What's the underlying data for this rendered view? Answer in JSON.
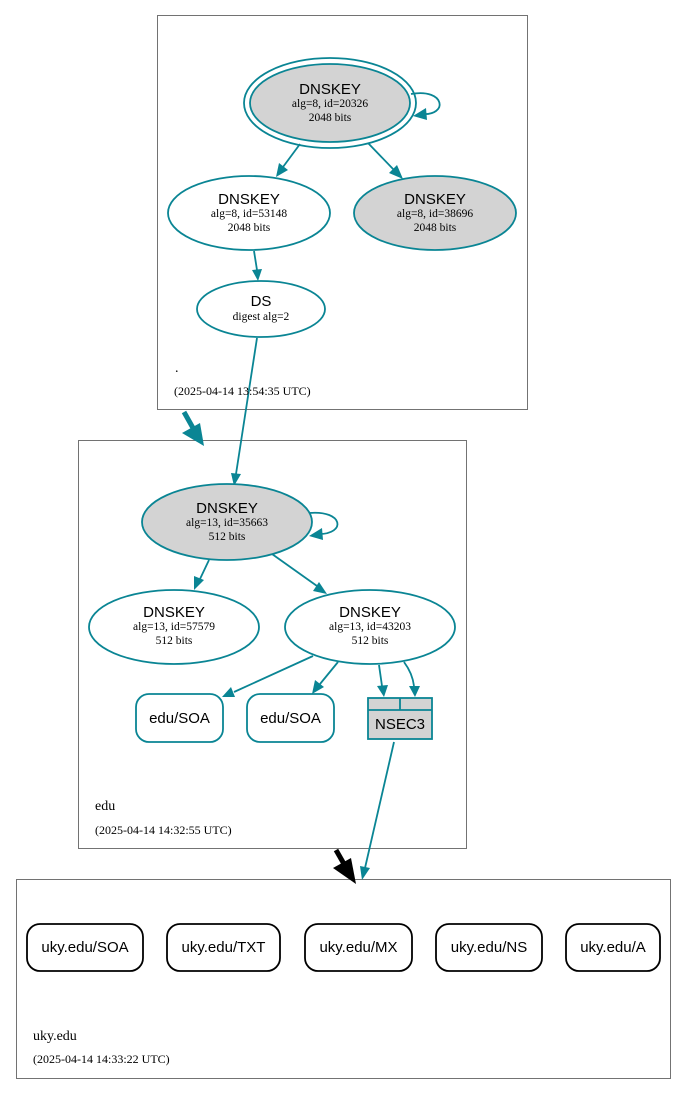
{
  "zones": {
    "root": {
      "name": ".",
      "timestamp": "(2025-04-14 13:54:35 UTC)"
    },
    "edu": {
      "name": "edu",
      "timestamp": "(2025-04-14 14:32:55 UTC)"
    },
    "uky": {
      "name": "uky.edu",
      "timestamp": "(2025-04-14 14:33:22 UTC)"
    }
  },
  "nodes": {
    "root_ksk": {
      "title": "DNSKEY",
      "line1": "alg=8, id=20326",
      "line2": "2048 bits"
    },
    "root_zsk1": {
      "title": "DNSKEY",
      "line1": "alg=8, id=53148",
      "line2": "2048 bits"
    },
    "root_zsk2": {
      "title": "DNSKEY",
      "line1": "alg=8, id=38696",
      "line2": "2048 bits"
    },
    "root_ds": {
      "title": "DS",
      "line1": "digest alg=2"
    },
    "edu_ksk": {
      "title": "DNSKEY",
      "line1": "alg=13, id=35663",
      "line2": "512 bits"
    },
    "edu_zsk1": {
      "title": "DNSKEY",
      "line1": "alg=13, id=57579",
      "line2": "512 bits"
    },
    "edu_zsk2": {
      "title": "DNSKEY",
      "line1": "alg=13, id=43203",
      "line2": "512 bits"
    },
    "edu_soa1": {
      "label": "edu/SOA"
    },
    "edu_soa2": {
      "label": "edu/SOA"
    },
    "edu_nsec3": {
      "label": "NSEC3"
    }
  },
  "records": [
    "uky.edu/SOA",
    "uky.edu/TXT",
    "uky.edu/MX",
    "uky.edu/NS",
    "uky.edu/A"
  ],
  "colors": {
    "edge": "#0a8594",
    "secure_entry_fill": "#d3d3d3",
    "delegation_arrow": "#000000"
  }
}
